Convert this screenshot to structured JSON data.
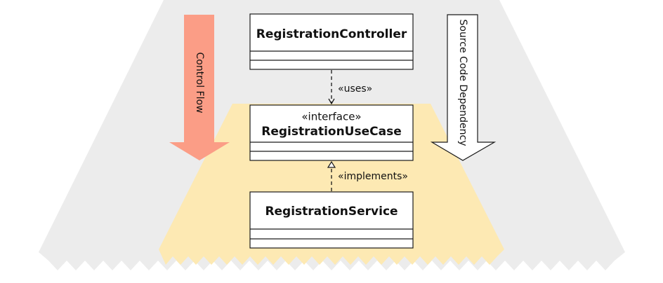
{
  "colors": {
    "outer_layer": "#ececec",
    "inner_layer": "#fde9b3",
    "control_flow_arrow": "#fb9d86",
    "source_dependency_arrow": "#ffffff",
    "class_fill": "#ffffff",
    "stroke": "#1a1a1a"
  },
  "classes": {
    "controller": {
      "name": "RegistrationController"
    },
    "use_case": {
      "stereotype": "«interface»",
      "name": "RegistrationUseCase"
    },
    "service": {
      "name": "RegistrationService"
    }
  },
  "relations": {
    "uses": {
      "label": "«uses»"
    },
    "implements": {
      "label": "«implements»"
    }
  },
  "side_arrows": {
    "control_flow": {
      "label": "Control Flow"
    },
    "source_dependency": {
      "label": "Source Code Dependency"
    }
  }
}
